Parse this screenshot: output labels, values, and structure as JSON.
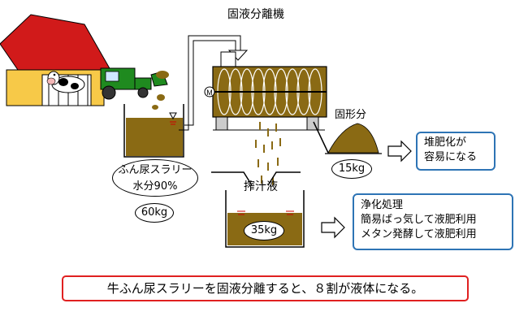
{
  "title": "固液分離機",
  "slurry": {
    "line1": "ふん尿スラリー",
    "line2": "水分90%",
    "amount": "60kg"
  },
  "solid": {
    "label": "固形分",
    "amount": "15kg",
    "result": [
      "堆肥化が",
      "容易になる"
    ]
  },
  "liquid": {
    "label": "搾汁液",
    "amount": "35kg",
    "uses": [
      "浄化処理",
      "簡易ばっ気して液肥利用",
      "メタン発酵して液肥利用"
    ]
  },
  "motor_symbol": "M",
  "summary": "牛ふん尿スラリーを固液分離すると、８割が液体になる。",
  "colors": {
    "barn_roof": "#d11a1a",
    "barn_wall": "#f7c948",
    "tractor": "#1f8a1f",
    "slurry": "#8a6a14",
    "box_border": "#2e74b5",
    "summary_border": "#e02020"
  }
}
